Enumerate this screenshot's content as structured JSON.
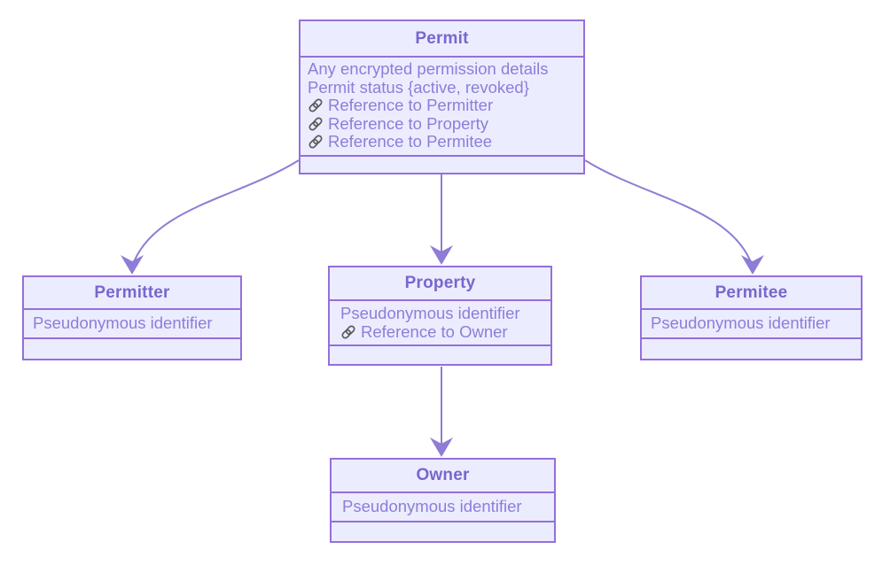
{
  "diagram": {
    "type": "entity-relationship",
    "background": "#ffffff",
    "colors": {
      "box_fill": "#ECECFF",
      "box_border": "#9370DB",
      "title_text": "#7668CD",
      "body_text": "#8B7ED9",
      "arrow": "#8E7CD6",
      "link_icon": "#5a5a5a"
    },
    "icons": {
      "link": "chain-link-icon"
    },
    "entities": [
      {
        "id": "permit",
        "title": "Permit",
        "attributes": [
          {
            "text": "Any encrypted permission details",
            "link": false
          },
          {
            "text": "Permit status {active, revoked}",
            "link": false
          },
          {
            "text": "Reference to Permitter",
            "link": true
          },
          {
            "text": "Reference to Property",
            "link": true
          },
          {
            "text": "Reference to Permitee",
            "link": true
          }
        ]
      },
      {
        "id": "permitter",
        "title": "Permitter",
        "attributes": [
          {
            "text": "Pseudonymous identifier",
            "link": false
          }
        ]
      },
      {
        "id": "property",
        "title": "Property",
        "attributes": [
          {
            "text": "Pseudonymous identifier",
            "link": false
          },
          {
            "text": "Reference to Owner",
            "link": true
          }
        ]
      },
      {
        "id": "permitee",
        "title": "Permitee",
        "attributes": [
          {
            "text": "Pseudonymous identifier",
            "link": false
          }
        ]
      },
      {
        "id": "owner",
        "title": "Owner",
        "attributes": [
          {
            "text": "Pseudonymous identifier",
            "link": false
          }
        ]
      }
    ],
    "edges": [
      {
        "from": "Permit",
        "to": "Permitter"
      },
      {
        "from": "Permit",
        "to": "Property"
      },
      {
        "from": "Permit",
        "to": "Permitee"
      },
      {
        "from": "Property",
        "to": "Owner"
      }
    ]
  }
}
